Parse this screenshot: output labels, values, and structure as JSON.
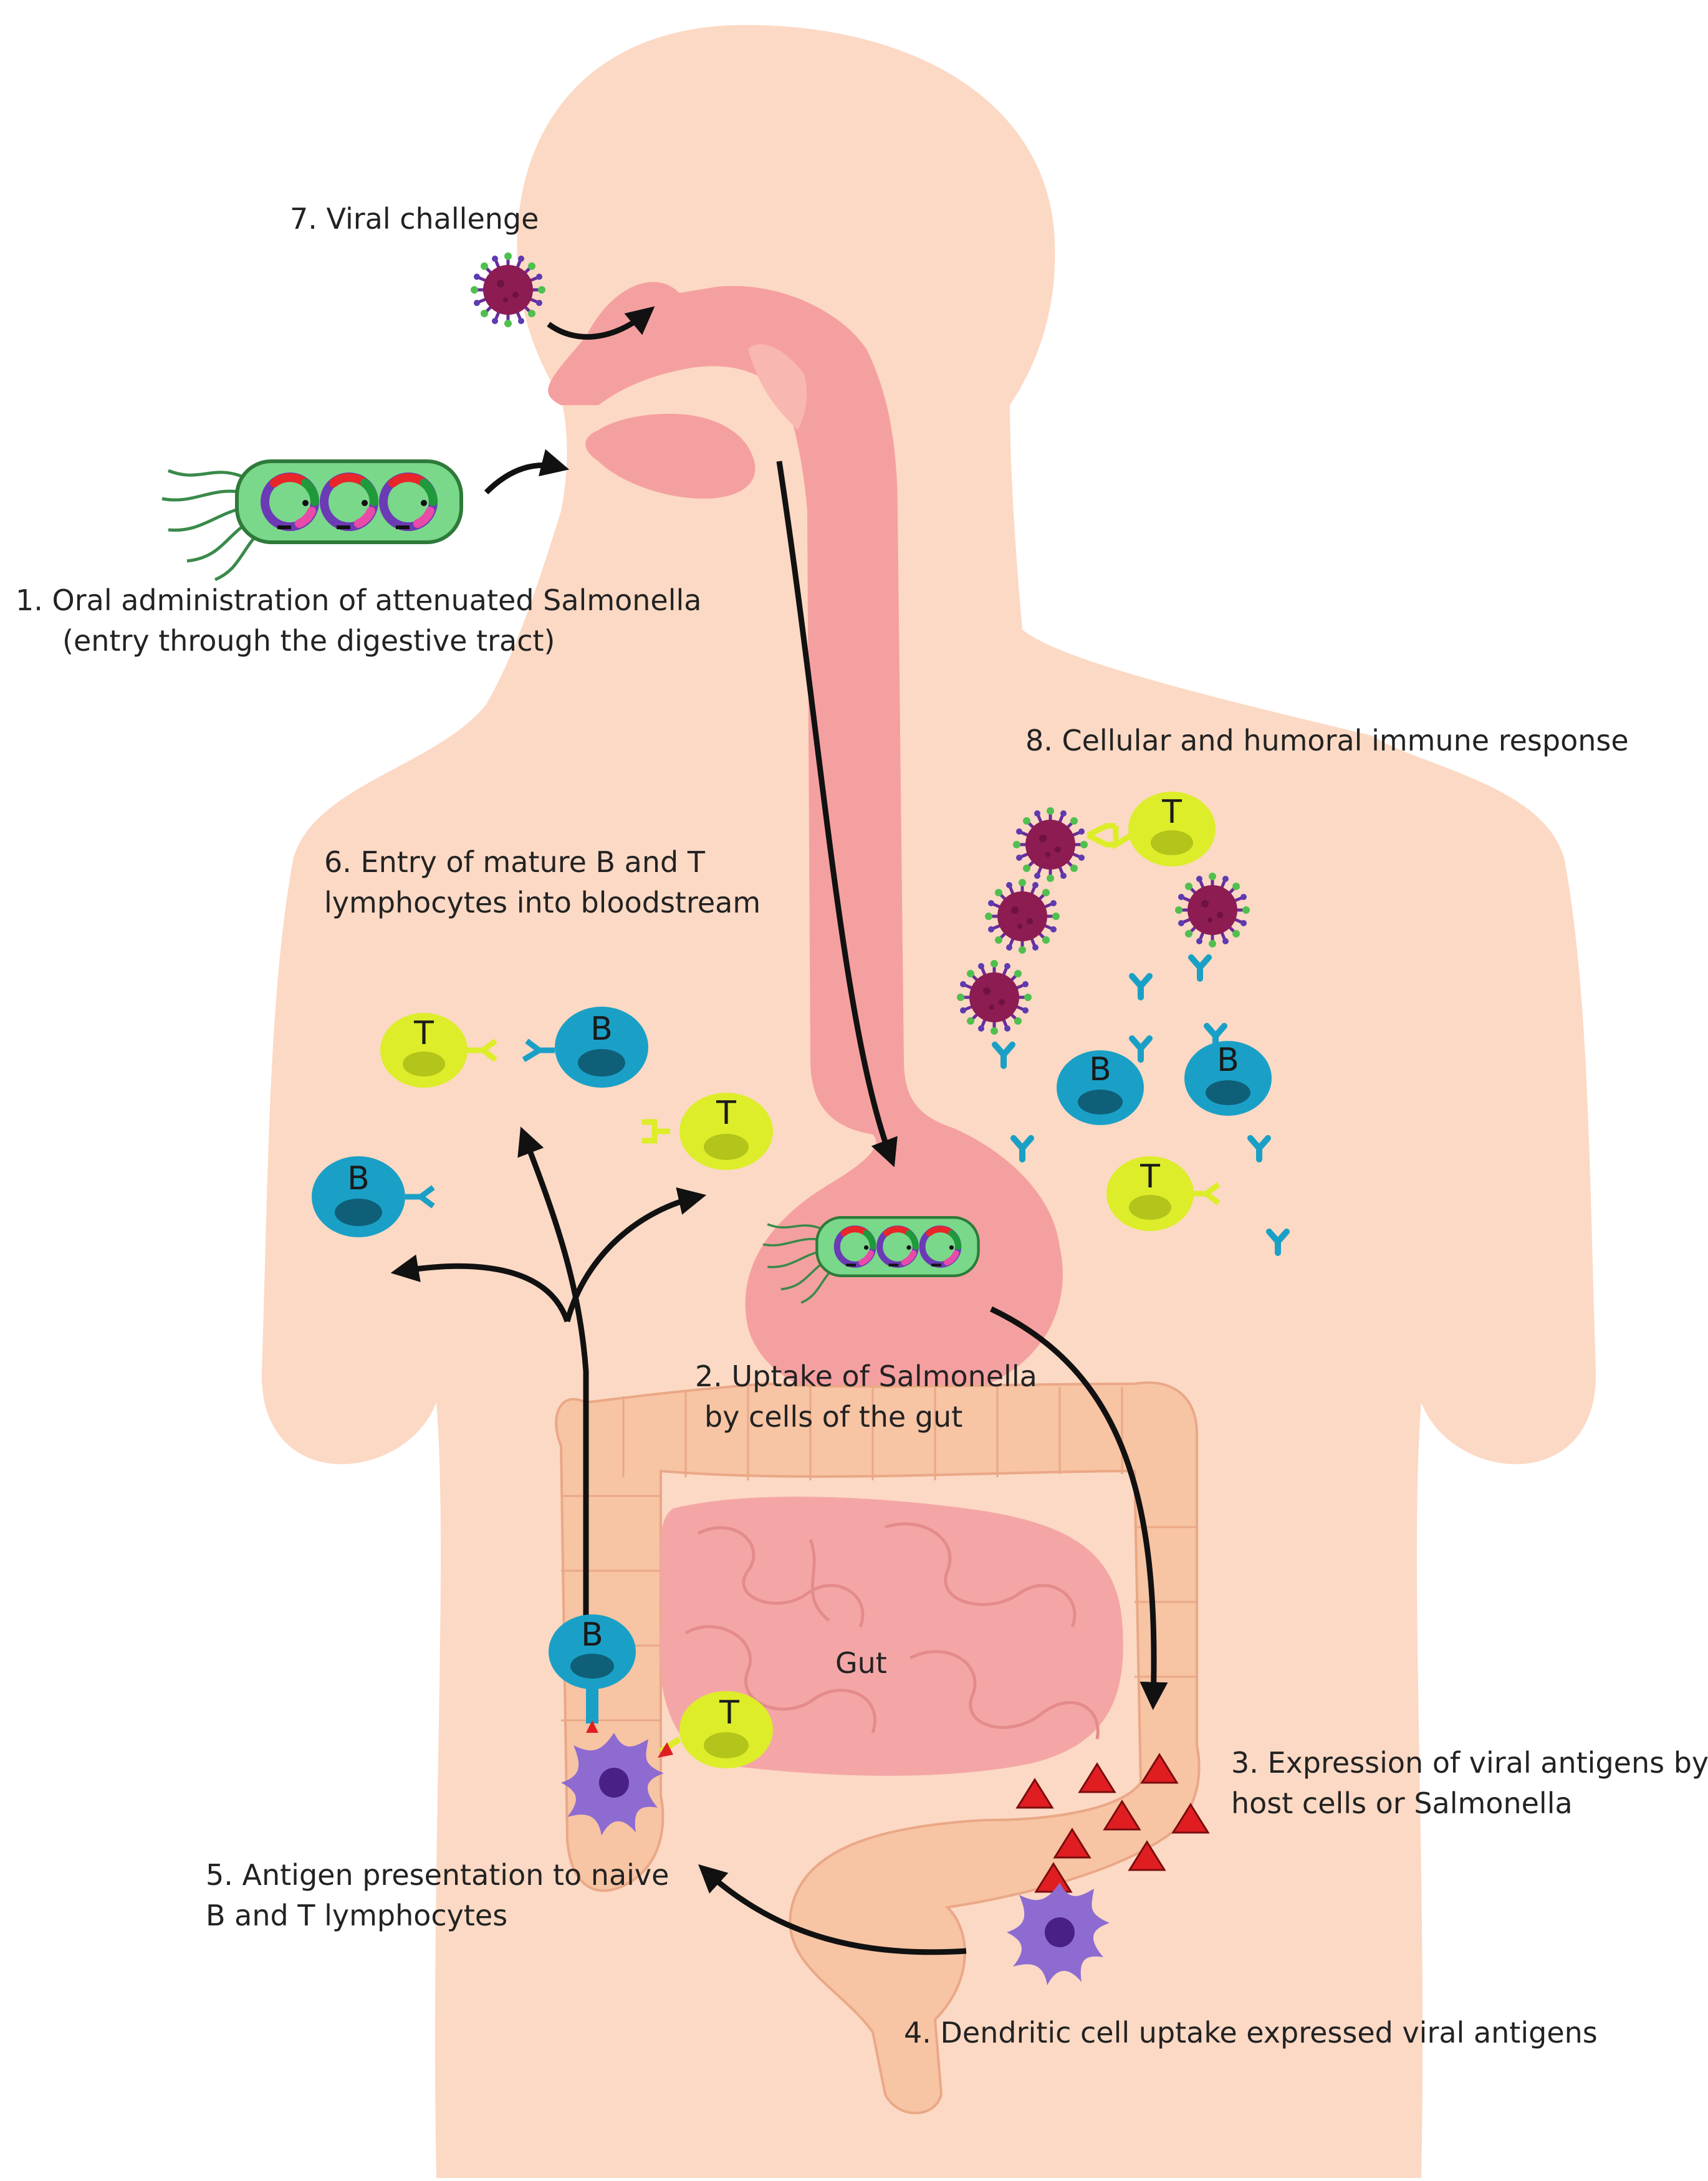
{
  "steps": {
    "s1_line1": "1.   Oral administration of attenuated Salmonella",
    "s1_line2": "(entry through the digestive tract)",
    "s2_line1": "2. Uptake of Salmonella",
    "s2_line2": "by cells of the gut",
    "s3_line1": "3. Expression of viral antigens by",
    "s3_line2": "host cells or Salmonella",
    "s4": "4. Dendritic cell uptake expressed viral antigens",
    "s5_line1": "5. Antigen presentation to naive",
    "s5_line2": "B and T lymphocytes",
    "s6_line1": "6. Entry of mature B and T",
    "s6_line2": "lymphocytes into bloodstream",
    "s7": "7. Viral challenge",
    "s8": "8. Cellular and humoral immune response"
  },
  "organ": {
    "gut": "Gut"
  },
  "cells": {
    "b_letter": "B",
    "t_letter": "T"
  },
  "colors": {
    "body": "#fcd9c4",
    "tract": "#f5a0a0",
    "colon": "#f7c4a4",
    "bcell": "#1aa0c6",
    "bnucleus": "#0f5f78",
    "tcell": "#dded2a",
    "tnucleus": "#b3c41a",
    "virus": "#8c1c52",
    "antibody": "#1aa0c6",
    "dendritic": "#8d6bd1",
    "antigen": "#e01e22"
  }
}
